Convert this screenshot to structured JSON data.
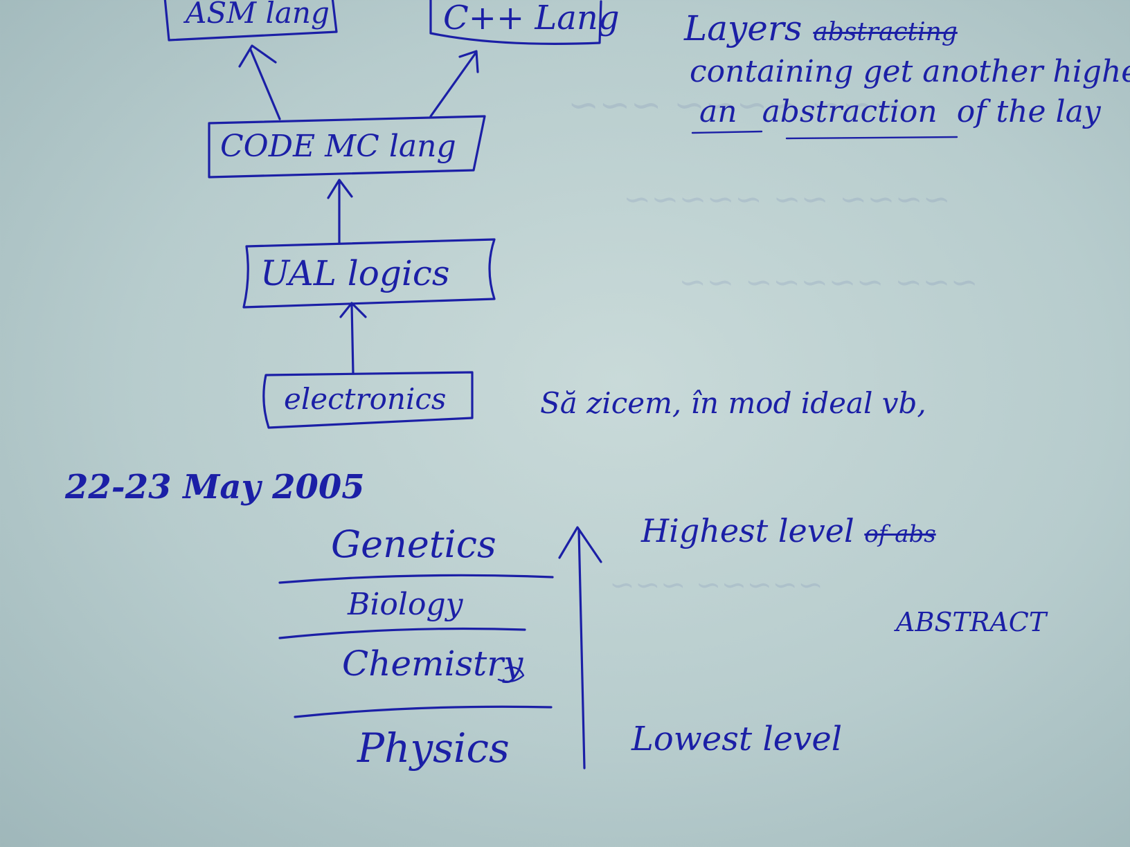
{
  "diagram_top": {
    "boxes": [
      {
        "id": "asm",
        "label": "ASM lang"
      },
      {
        "id": "cpp",
        "label": "C++ Lang"
      },
      {
        "id": "code",
        "label": "CODE MC lang"
      },
      {
        "id": "ual",
        "label": "UAL logics"
      },
      {
        "id": "electronics",
        "label": "electronics"
      }
    ],
    "side_note": "Să zicem, în mod ideal vb,"
  },
  "notes_right": {
    "line1_word": "Layers",
    "line1_struck": "abstracting",
    "line2": "containing get another higher",
    "line3_under1": "an",
    "line3_under2": "abstraction",
    "line3_rest": "of the lay"
  },
  "date": "22-23 May 2005",
  "diagram_bottom": {
    "layers": [
      "Genetics",
      "Biology",
      "Chemistry",
      "Physics"
    ],
    "highest_label": "Highest level",
    "highest_struck": "of abs",
    "lowest_label": "Lowest level",
    "abstract_label": "ABSTRACT"
  }
}
